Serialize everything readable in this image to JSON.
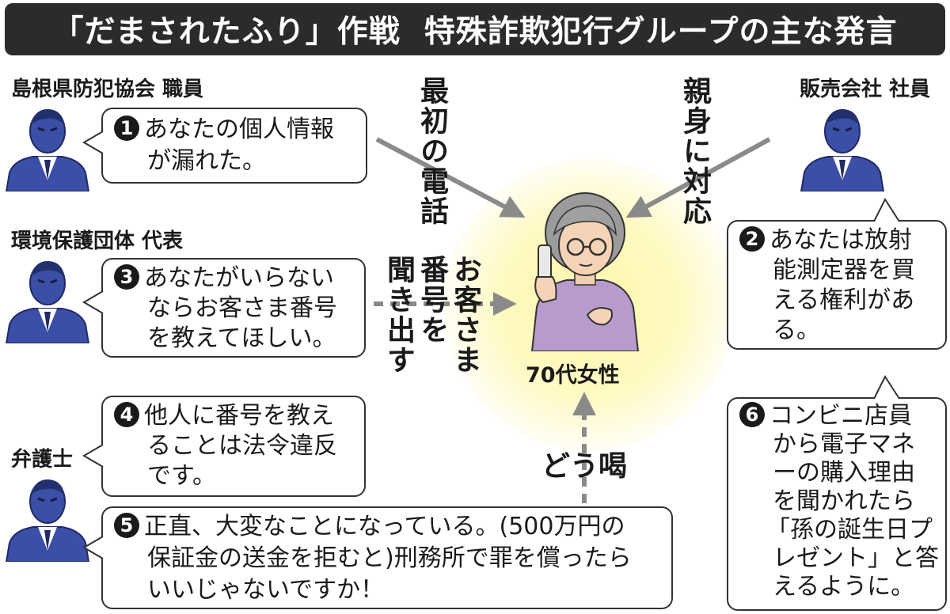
{
  "title": {
    "part1": "「だまされたふり」作戦",
    "part2": "特殊詐欺犯行グループの主な発言"
  },
  "center": {
    "label": "70代女性"
  },
  "roles": {
    "r1": "島根県防犯協会 職員",
    "r2": "販売会社 社員",
    "r3": "環境保護団体 代表",
    "r4": "弁護士"
  },
  "statements": {
    "s1": {
      "num": "1",
      "lines": [
        "あなたの個人情報",
        "が漏れた。"
      ]
    },
    "s2": {
      "num": "2",
      "lines": [
        "あなたは放射",
        "能測定器を買",
        "える権利があ",
        "る。"
      ]
    },
    "s3": {
      "num": "3",
      "lines": [
        "あなたがいらない",
        "ならお客さま番号",
        "を教えてほしい。"
      ]
    },
    "s4": {
      "num": "4",
      "lines": [
        "他人に番号を教え",
        "ることは法令違反",
        "です。"
      ]
    },
    "s5": {
      "num": "5",
      "lines": [
        "正直、大変なことになっている。(500万円の",
        "保証金の送金を拒むと)刑務所で罪を償ったら",
        "いいじゃないですか！"
      ]
    },
    "s6": {
      "num": "6",
      "lines": [
        "コンビニ店員",
        "から電子マネ",
        "ーの購入理由",
        "を聞かれたら",
        "「孫の誕生日プ",
        "レゼント」と答",
        "えるように。"
      ]
    }
  },
  "arrow_labels": {
    "first_call": "最初の電話",
    "kind_response": "親身に対応",
    "extract_col1": "お客さま",
    "extract_col2": "番号を",
    "extract_col3": "聞き出す",
    "threat": "どう喝"
  },
  "colors": {
    "title_bg": "#2b2b2b",
    "person": "#3b4fa6",
    "arrow": "#8a8a8a",
    "glow": "#fff6aa",
    "cardigan": "#b79bcc"
  },
  "icons": {
    "person": "man-in-suit-icon",
    "center": "elderly-woman-on-phone-icon"
  }
}
